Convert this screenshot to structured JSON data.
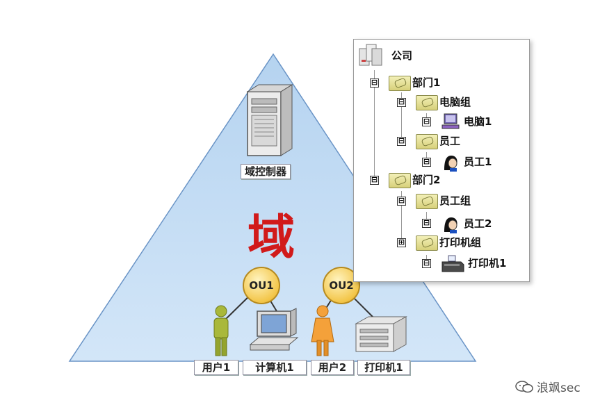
{
  "domain_label": "域",
  "controller_label": "域控制器",
  "ous": [
    "OU1",
    "OU2"
  ],
  "bottom_labels": [
    "用户1",
    "计算机1",
    "用户2",
    "打印机1"
  ],
  "tree": {
    "root": "公司",
    "dept1": "部门1",
    "pc_group": "电脑组",
    "pc1": "电脑1",
    "staff": "员工",
    "staff1": "员工1",
    "dept2": "部门2",
    "staff_group": "员工组",
    "staff2": "员工2",
    "printer_group": "打印机组",
    "printer1": "打印机1",
    "collapse_symbol": "⊟",
    "expand_symbol": "⊞"
  },
  "watermark": "浪飒sec",
  "colors": {
    "triangle_fill": "#c6ddf4",
    "triangle_stroke": "#6a94c6",
    "domain_red": "#d11a1a",
    "ou_fill": "#f3c64a"
  }
}
